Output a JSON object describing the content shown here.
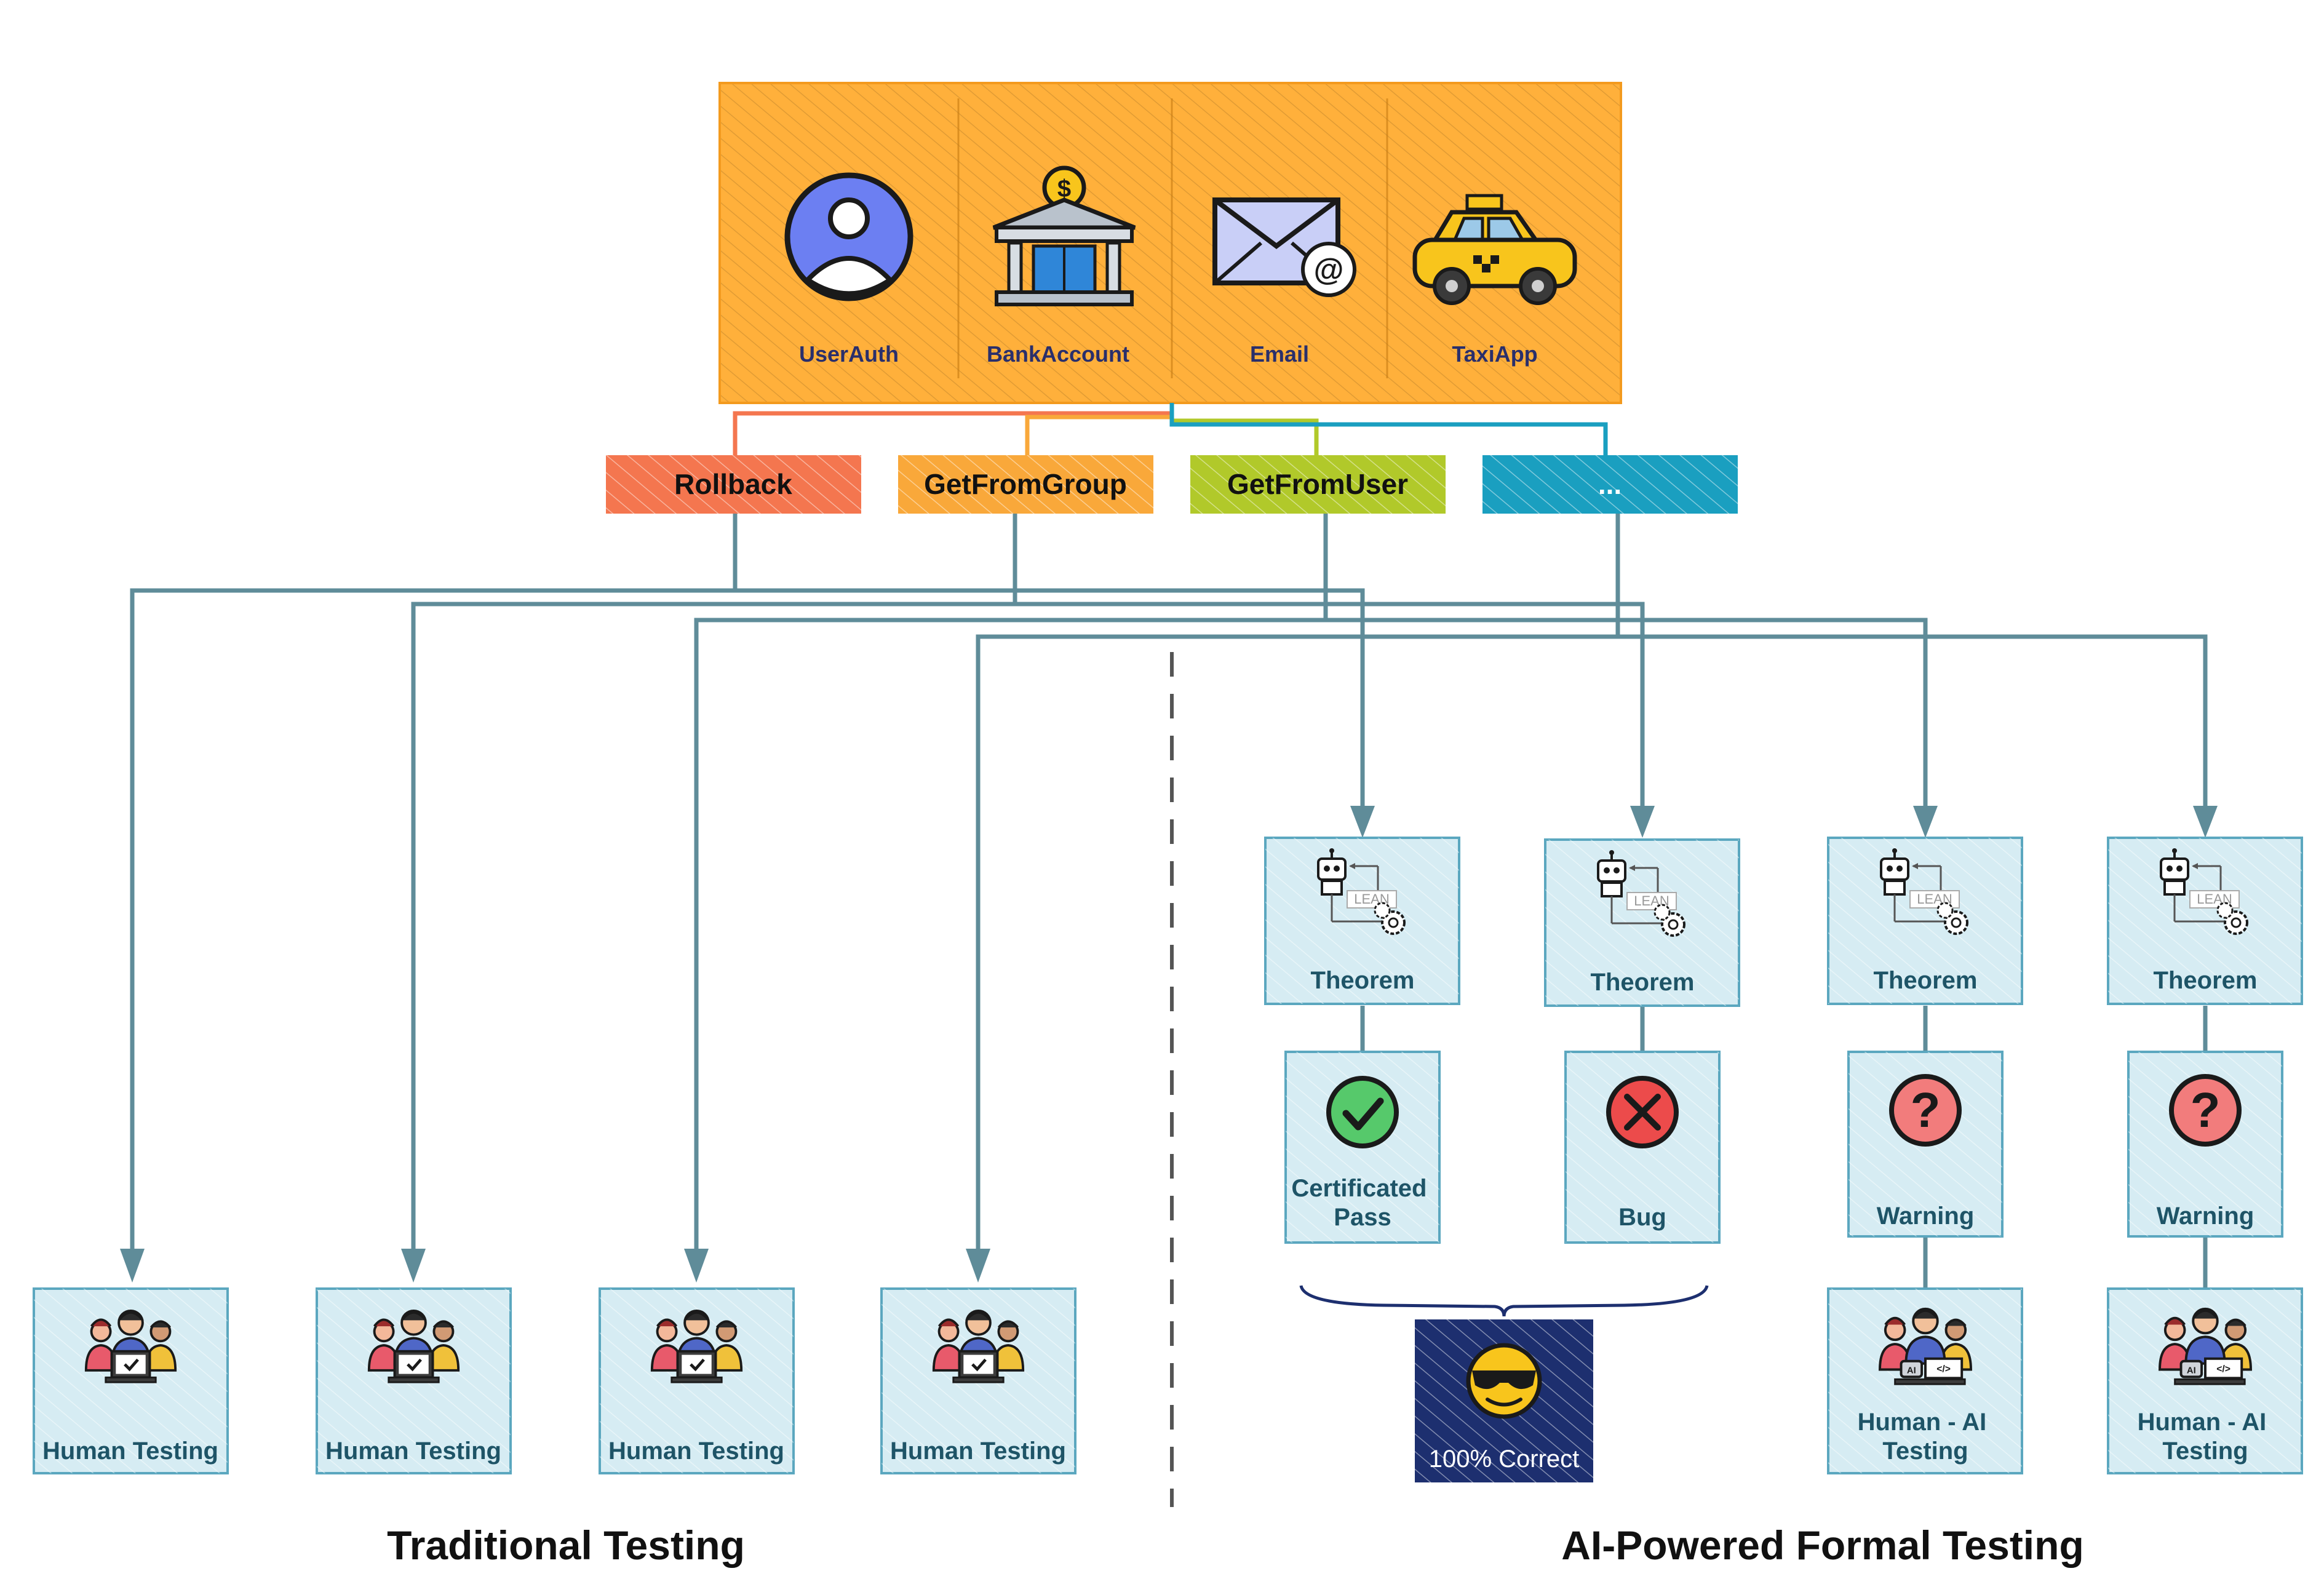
{
  "services": {
    "items": [
      {
        "label": "UserAuth",
        "icon": "user-avatar-icon"
      },
      {
        "label": "BankAccount",
        "icon": "bank-icon"
      },
      {
        "label": "Email",
        "icon": "email-icon"
      },
      {
        "label": "TaxiApp",
        "icon": "taxi-icon"
      }
    ]
  },
  "functions": [
    {
      "label": "Rollback",
      "color": "#f4764f"
    },
    {
      "label": "GetFromGroup",
      "color": "#f9a83a"
    },
    {
      "label": "GetFromUser",
      "color": "#b1c92a"
    },
    {
      "label": "...",
      "color": "#1a9fc0"
    }
  ],
  "traditional": {
    "boxes": [
      {
        "label": "Human Testing",
        "icon": "human-testing-icon"
      },
      {
        "label": "Human Testing",
        "icon": "human-testing-icon"
      },
      {
        "label": "Human Testing",
        "icon": "human-testing-icon"
      },
      {
        "label": "Human Testing",
        "icon": "human-testing-icon"
      }
    ],
    "caption": "Traditional Testing"
  },
  "ai": {
    "theorems": [
      {
        "label": "Theorem",
        "icon": "robot-lean-icon"
      },
      {
        "label": "Theorem",
        "icon": "robot-lean-icon"
      },
      {
        "label": "Theorem",
        "icon": "robot-lean-icon"
      },
      {
        "label": "Theorem",
        "icon": "robot-lean-icon"
      }
    ],
    "results": [
      {
        "label": "Certificated Pass",
        "icon": "check-icon"
      },
      {
        "label": "Bug",
        "icon": "cross-icon"
      },
      {
        "label": "Warning",
        "icon": "question-icon"
      },
      {
        "label": "Warning",
        "icon": "question-icon"
      }
    ],
    "followups": [
      {
        "label": "Human - AI Testing",
        "icon": "human-ai-testing-icon"
      },
      {
        "label": "Human - AI Testing",
        "icon": "human-ai-testing-icon"
      }
    ],
    "correct_label": "100% Correct",
    "caption": "AI-Powered Formal Testing"
  },
  "colors": {
    "service_panel": "#ffb03b",
    "box_fill": "#d6ecf3",
    "box_stroke": "#5ba7bf",
    "connector": "#5f8c99",
    "label_text": "#1e5467",
    "correct_fill": "#1d2f6f"
  }
}
